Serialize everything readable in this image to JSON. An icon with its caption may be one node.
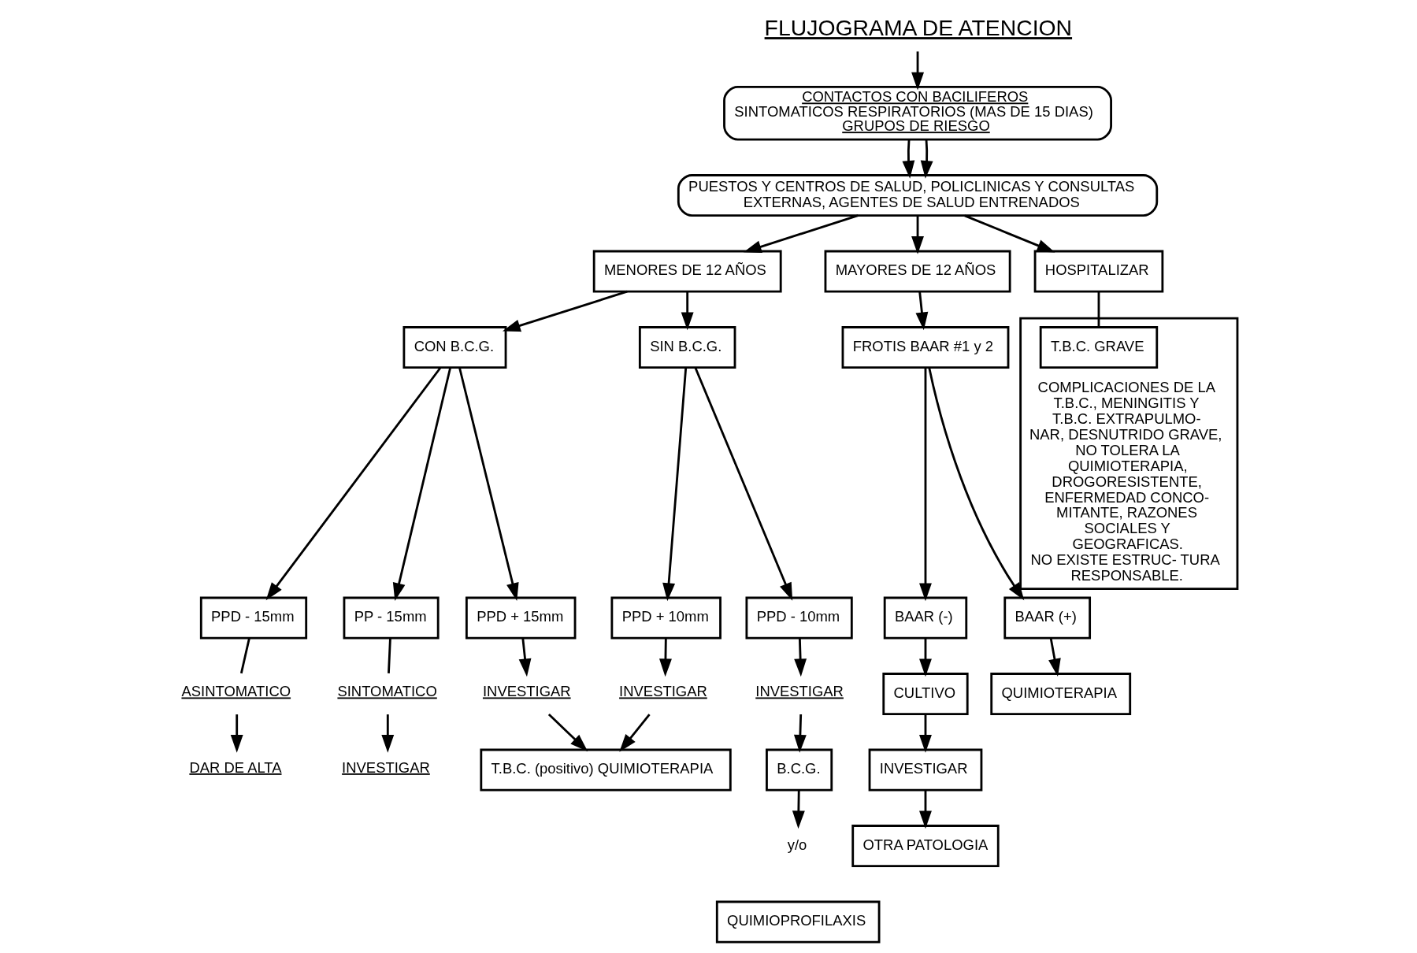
{
  "diagram": {
    "nodes": [
      {
        "text": [
          "FLUJOGRAMA DE ATENCION"
        ]
      },
      {
        "text": [
          "CONTACTOS CON BACILIFEROS",
          "SINTOMATICOS RESPIRATORIOS (MAS DE 15 DIAS)",
          "GRUPOS DE RIESGO"
        ]
      },
      {
        "text": [
          "PUESTOS Y CENTROS DE SALUD, POLICLINICAS Y CONSULTAS EXTERNAS, AGENTES DE SALUD ENTRENADOS"
        ]
      },
      {
        "text": [
          "MENORES DE 12 AÑOS"
        ]
      },
      {
        "text": [
          "MAYORES DE 12 AÑOS"
        ]
      },
      {
        "text": [
          "HOSPITALIZAR"
        ]
      },
      {
        "text": [
          "CON B.C.G."
        ]
      },
      {
        "text": [
          "SIN B.C.G."
        ]
      },
      {
        "text": [
          "PPD - 15mm"
        ]
      },
      {
        "text": [
          "PP - 15mm"
        ]
      },
      {
        "text": [
          "PPD + 15mm"
        ]
      },
      {
        "text": [
          "PPD + 10mm"
        ]
      },
      {
        "text": [
          "PPD - 10mm"
        ]
      },
      {
        "text": [
          "ASINTOMATICO"
        ]
      },
      {
        "text": [
          "SINTOMATICO"
        ]
      },
      {
        "text": [
          "DAR DE ALTA"
        ]
      },
      {
        "text": [
          "INVESTIGAR"
        ]
      },
      {
        "text": [
          "INVESTIGAR"
        ]
      },
      {
        "text": [
          "INVESTIGAR"
        ]
      },
      {
        "text": [
          "INVESTIGAR"
        ]
      },
      {
        "text": [
          "T.B.C. (positivo) QUIMIOTERAPIA"
        ]
      },
      {
        "text": [
          "B.C.G."
        ]
      },
      {
        "text": [
          "y/o"
        ]
      },
      {
        "text": [
          "QUIMIOPROFILAXIS"
        ]
      },
      {
        "text": [
          "FROTIS BAAR #1 y 2"
        ]
      },
      {
        "text": [
          "BAAR (-)"
        ]
      },
      {
        "text": [
          "BAAR (+)"
        ]
      },
      {
        "text": [
          "CULTIVO"
        ]
      },
      {
        "text": [
          "QUIMIOTERAPIA"
        ]
      },
      {
        "text": [
          "INVESTIGAR"
        ]
      },
      {
        "text": [
          "OTRA PATOLOGIA"
        ]
      },
      {
        "text": [
          "COMPLICACIONES DE LA T.B.C., MENINGITIS Y T.B.C. EXTRAPULMO- NAR, DESNUTRIDO GRAVE, NO TOLERA LA QUIMIOTERAPIA, DROGORESISTENTE, ENFERMEDAD CONCO- MITANTE, RAZONES SOCIALES Y GEOGRAFICAS.",
          "NO EXISTE ESTRUC- TURA RESPONSABLE."
        ]
      },
      {
        "text": [
          "T.B.C. GRAVE"
        ],
        "in": 31
      }
    ],
    "edges": [
      {
        "from": 0,
        "to": 1,
        "arrow": "to"
      },
      {
        "from": 1,
        "to": 2,
        "arrow": "to"
      },
      {
        "from": 1,
        "to": 2,
        "arrow": "to"
      },
      {
        "from": 2,
        "to": 3,
        "arrow": "to"
      },
      {
        "from": 2,
        "to": 4,
        "arrow": "to"
      },
      {
        "from": 2,
        "to": 5,
        "arrow": "to"
      },
      {
        "from": 3,
        "to": 6,
        "arrow": "to"
      },
      {
        "from": 3,
        "to": 7,
        "arrow": "to"
      },
      {
        "from": 6,
        "to": 8,
        "arrow": "to"
      },
      {
        "from": 6,
        "to": 9,
        "arrow": "to"
      },
      {
        "from": 6,
        "to": 10,
        "arrow": "to"
      },
      {
        "from": 7,
        "to": 11,
        "arrow": "to"
      },
      {
        "from": 7,
        "to": 12,
        "arrow": "to"
      },
      {
        "from": 8,
        "to": 13,
        "arrow": "none"
      },
      {
        "from": 9,
        "to": 14,
        "arrow": "none"
      },
      {
        "from": 13,
        "to": 15,
        "arrow": "to"
      },
      {
        "from": 14,
        "to": 16,
        "arrow": "to"
      },
      {
        "from": 10,
        "to": 17,
        "arrow": "to"
      },
      {
        "from": 11,
        "to": 18,
        "arrow": "to"
      },
      {
        "from": 12,
        "to": 19,
        "arrow": "to"
      },
      {
        "from": 17,
        "to": 20,
        "arrow": "to"
      },
      {
        "from": 18,
        "to": 20,
        "arrow": "to"
      },
      {
        "from": 19,
        "to": 21,
        "arrow": "to"
      },
      {
        "from": 21,
        "to": 22,
        "arrow": "to"
      },
      {
        "from": 4,
        "to": 24,
        "arrow": "to"
      },
      {
        "from": 24,
        "to": 25,
        "arrow": "to"
      },
      {
        "from": 24,
        "to": 26,
        "arrow": "to"
      },
      {
        "from": 25,
        "to": 27,
        "arrow": "to"
      },
      {
        "from": 26,
        "to": 28,
        "arrow": "to"
      },
      {
        "from": 27,
        "to": 29,
        "arrow": "to"
      },
      {
        "from": 29,
        "to": 30,
        "arrow": "to"
      },
      {
        "from": 5,
        "to": 32,
        "arrow": "none"
      }
    ]
  }
}
